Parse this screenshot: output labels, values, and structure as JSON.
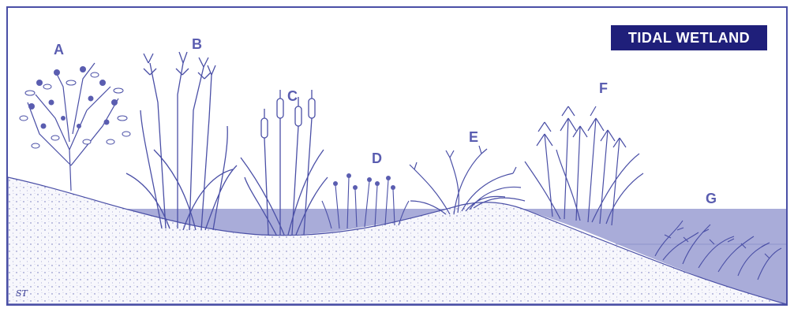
{
  "title": "TIDAL WETLAND",
  "plants": [
    {
      "label": "A"
    },
    {
      "label": "B"
    },
    {
      "label": "C"
    },
    {
      "label": "D"
    },
    {
      "label": "E"
    },
    {
      "label": "F"
    },
    {
      "label": "G"
    }
  ],
  "signature": "ST",
  "colors": {
    "ink": "#4a4fa6",
    "water": "#a9acd9",
    "sand": "#f6f6fb",
    "badge": "#1f1f7a",
    "label": "#5a5db0"
  }
}
